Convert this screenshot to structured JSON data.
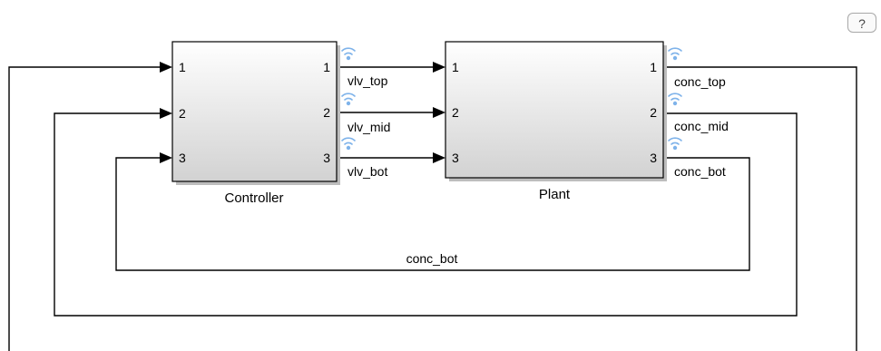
{
  "help_button": {
    "label": "?",
    "icon": "help-icon"
  },
  "blocks": {
    "controller": {
      "name": "Controller",
      "inports": [
        "1",
        "2",
        "3"
      ],
      "outports": [
        "1",
        "2",
        "3"
      ]
    },
    "plant": {
      "name": "Plant",
      "inports": [
        "1",
        "2",
        "3"
      ],
      "outports": [
        "1",
        "2",
        "3"
      ]
    }
  },
  "signals": {
    "vlv_top": "vlv_top",
    "vlv_mid": "vlv_mid",
    "vlv_bot": "vlv_bot",
    "conc_top": "conc_top",
    "conc_mid": "conc_mid",
    "conc_bot": "conc_bot",
    "conc_bot_feedback": "conc_bot"
  },
  "colors": {
    "wire": "#000000",
    "logging_icon": "#7fb3ea",
    "block_gradient_top": "#ffffff",
    "block_gradient_bottom": "#d2d2d2"
  }
}
